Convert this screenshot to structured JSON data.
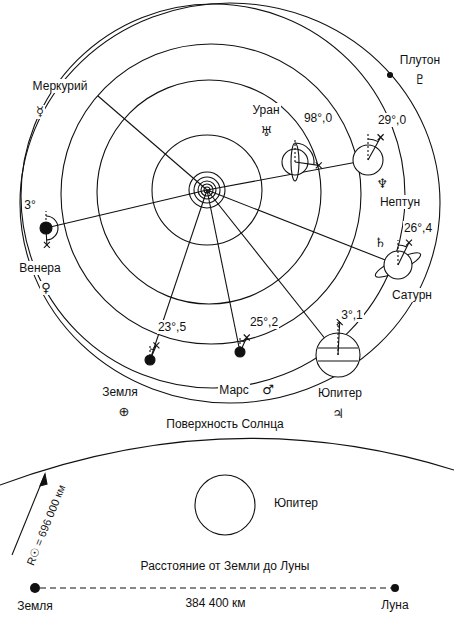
{
  "diagram": {
    "nodes": [
      {
        "text": [
          "Земля"
        ]
      },
      {
        "text": [
          "Луна"
        ]
      }
    ],
    "edges": [
      {
        "from": 0,
        "to": 1,
        "arrow": "none",
        "label": "384 400 км"
      }
    ],
    "labels": [
      "Меркурий",
      "☿",
      "3°",
      "Венера",
      "♀",
      "23°,5",
      "Земля",
      "⊕",
      "25°,2",
      "Марс",
      "♂",
      "3°,1",
      "Юпитер",
      "♃",
      "26°,4",
      "Сатурн",
      "♄",
      "Уран",
      "♅",
      "98°,0",
      "29°,0",
      "Нептун",
      "♆",
      "Плутон",
      "♇",
      "Поверхность Солнца",
      "Юпитер",
      "R☉ = 696 000 км",
      "Расстояние от Земли до Луны"
    ]
  }
}
